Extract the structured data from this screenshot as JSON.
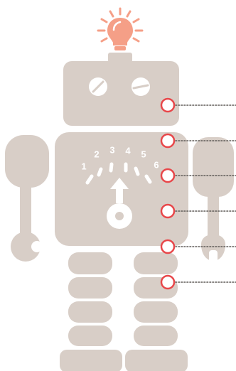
{
  "colors": {
    "body": "#D8CEC7",
    "accent": "#F59F87",
    "marker": "#E8474A",
    "background": "#FFFFFF",
    "detail": "#FFFFFF",
    "leader_line": "#5E5A57"
  },
  "icons": {
    "antenna": "light-bulb-icon",
    "eyes": "screw-head-icon",
    "gauge": "dial-gauge-icon"
  },
  "dial": {
    "tick_labels": [
      "1",
      "2",
      "3",
      "4",
      "5",
      "6"
    ]
  },
  "markers": {
    "count": 6
  }
}
